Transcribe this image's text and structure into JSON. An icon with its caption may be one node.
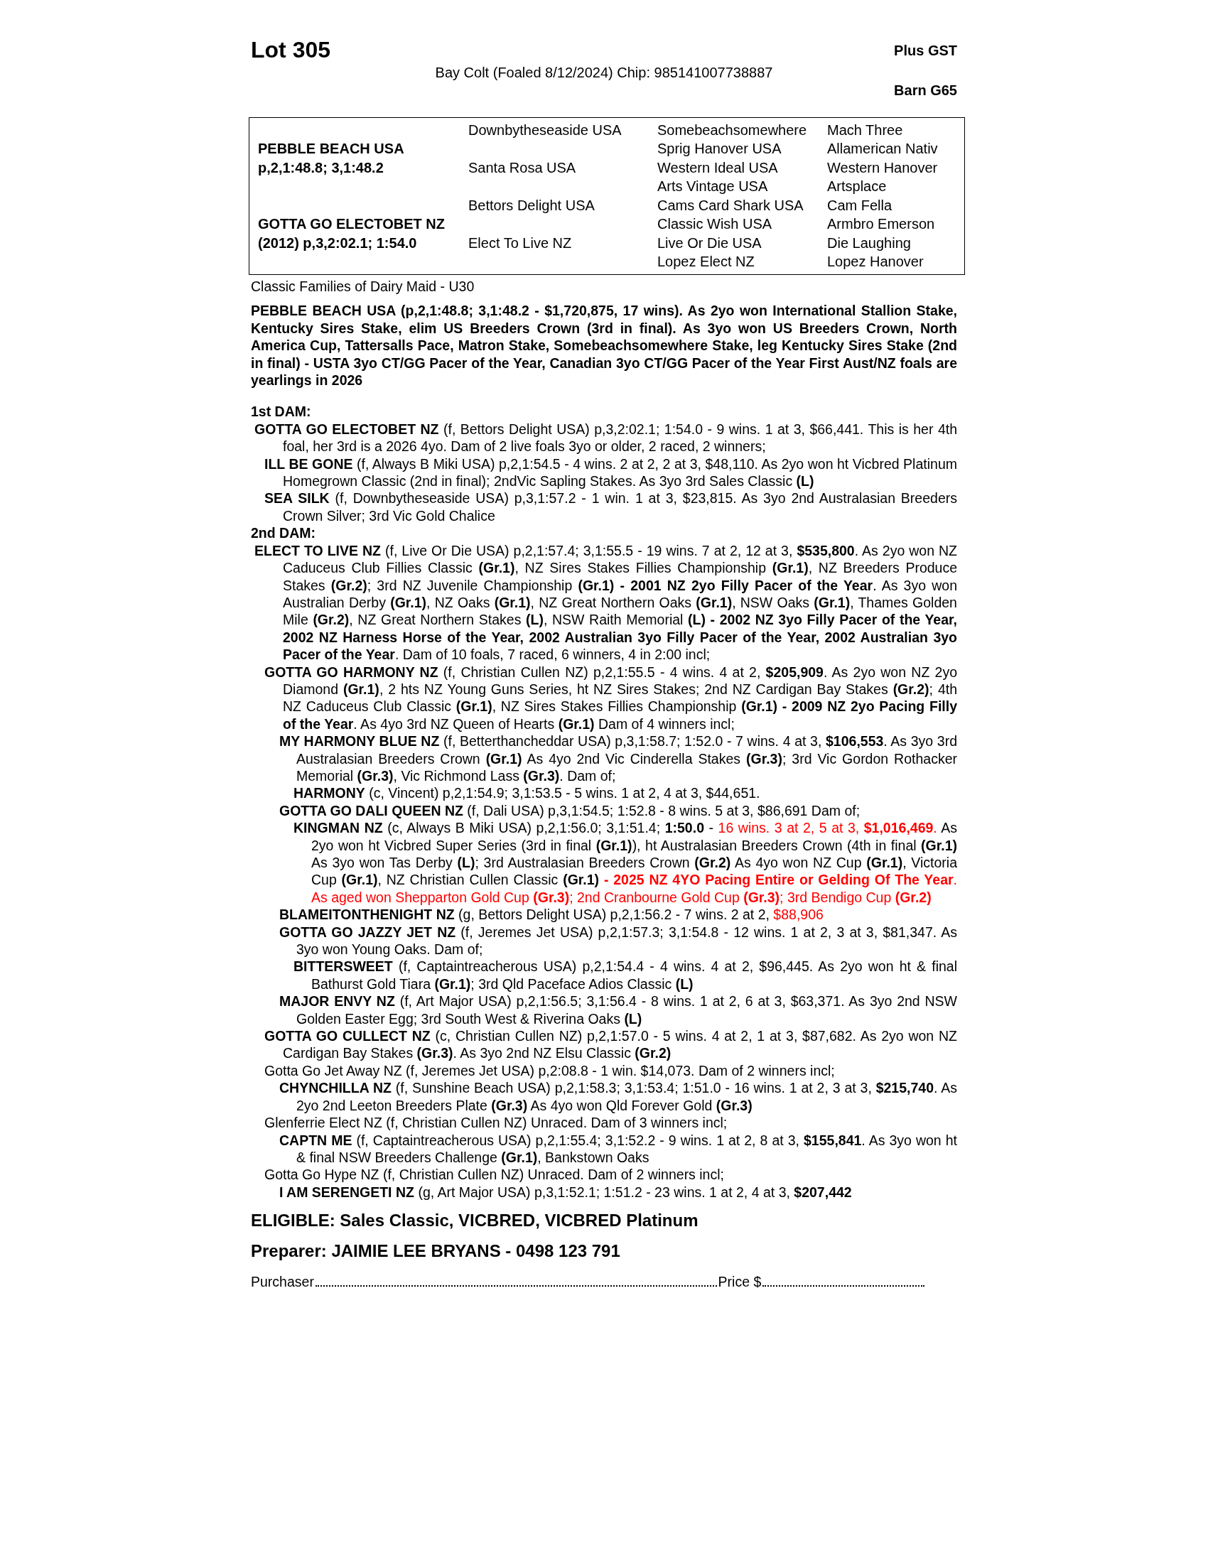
{
  "diagram": {
    "labels": [
      "Lot 305",
      "Plus GST",
      "Bay Colt (Foaled 8/12/2024) Chip: 985141007738887",
      "Barn G65",
      "Downbytheseaside USA",
      "Somebeachsomewhere",
      "Mach Three",
      "PEBBLE BEACH USA",
      "Sprig Hanover USA",
      "Allamerican Nativ",
      "p,2,1:48.8; 3,1:48.2",
      "Santa Rosa USA",
      "Western Ideal USA",
      "Western Hanover",
      "Arts Vintage USA",
      "Artsplace",
      "Bettors Delight USA",
      "Cams Card Shark USA",
      "Cam Fella",
      "GOTTA GO ELECTOBET NZ",
      "Classic Wish USA",
      "Armbro Emerson",
      "(2012) p,3,2:02.1; 1:54.0",
      "Elect To Live NZ",
      "Live Or Die USA",
      "Die Laughing",
      "Lopez Elect NZ",
      "Lopez Hanover",
      "Classic Families of Dairy Maid - U30",
      "PEBBLE BEACH USA (p,2,1:48.8; 3,1:48.2 - $1,720,875, 17 wins). As 2yo won International Stallion Stake, Kentucky Sires Stake, elim US Breeders Crown (3rd in final). As 3yo won US Breeders Crown, North America Cup, Tattersalls Pace, Matron Stake, Somebeachsomewhere Stake, leg Kentucky Sires Stake (2nd in final) - USTA 3yo CT/GG Pacer of the Year, Canadian 3yo CT/GG Pacer of the Year First Aust/NZ foals are yearlings in 2026",
      "1st DAM:",
      "**GOTTA GO ELECTOBET NZ** (f, Bettors Delight USA) p,3,2:02.1; 1:54.0 - 9 wins. 1 at 3, $66,441. This is her 4th foal, her 3rd is a 2026 4yo. Dam of 2 live foals 3yo or older, 2 raced, 2 winners;",
      "**ILL BE GONE** (f, Always B Miki USA) p,2,1:54.5 - 4 wins. 2 at 2, 2 at 3, $48,110. As 2yo won ht Vicbred Platinum Homegrown Classic (2nd in final); 2ndVic Sapling Stakes. As 3yo 3rd Sales Classic **(L)**",
      "**SEA SILK** (f, Downbytheseaside USA) p,3,1:57.2 - 1 win. 1 at 3, $23,815. As 3yo 2nd Australasian Breeders Crown Silver; 3rd Vic Gold Chalice",
      "2nd DAM:",
      "**ELECT TO LIVE NZ** (f, Live Or Die USA) p,2,1:57.4; 3,1:55.5 - 19 wins. 7 at 2, 12 at 3, **$535,800**. As 2yo won NZ Caduceus Club Fillies Classic **(Gr.1)**, NZ Sires Stakes Fillies Championship **(Gr.1)**, NZ Breeders Produce Stakes **(Gr.2)**; 3rd NZ Juvenile Championship **(Gr.1) - 2001 NZ 2yo Filly Pacer of the Year**. As 3yo won Australian Derby **(Gr.1)**, NZ Oaks **(Gr.1)**, NZ Great Northern Oaks **(Gr.1)**, NSW Oaks **(Gr.1)**, Thames Golden Mile **(Gr.2)**, NZ Great Northern Stakes **(L)**, NSW Raith Memorial **(L) - 2002 NZ 3yo Filly Pacer of the Year, 2002 NZ Harness Horse of the Year, 2002 Australian 3yo Filly Pacer of the Year, 2002 Australian 3yo Pacer of the Year**. Dam of 10 foals, 7 raced, 6 winners, 4 in 2:00 incl;",
      "**GOTTA GO HARMONY NZ** (f, Christian Cullen NZ) p,2,1:55.5 - 4 wins. 4 at 2, **$205,909**. As 2yo won NZ 2yo Diamond **(Gr.1)**, 2 hts NZ Young Guns Series, ht NZ Sires Stakes; 2nd NZ Cardigan Bay Stakes **(Gr.2)**; 4th NZ Caduceus Club Classic **(Gr.1)**, NZ Sires Stakes Fillies Championship **(Gr.1) - 2009 NZ 2yo Pacing Filly of the Year**. As 4yo 3rd NZ Queen of Hearts **(Gr.1)** Dam of 4 winners incl;",
      "**MY HARMONY BLUE NZ** (f, Betterthancheddar USA) p,3,1:58.7; 1:52.0 - 7 wins. 4 at 3, **$106,553**. As 3yo 3rd Australasian Breeders Crown **(Gr.1)** As 4yo 2nd Vic Cinderella Stakes **(Gr.3)**; 3rd Vic Gordon Rothacker Memorial **(Gr.3)**, Vic Richmond Lass **(Gr.3)**. Dam of;",
      "**HARMONY** (c, Vincent) p,2,1:54.9; 3,1:53.5 - 5 wins. 1 at 2, 4 at 3, $44,651.",
      "**GOTTA GO DALI QUEEN NZ** (f, Dali USA) p,3,1:54.5; 1:52.8 - 8 wins. 5 at 3, $86,691 Dam of;",
      "**KINGMAN NZ** (c, Always B Miki USA) p,2,1:56.0; 3,1:51.4; **1:50.0** -",
      "16 wins. 3 at 2, 5 at 3, **$1,016,469**.",
      "As 2yo won ht Vicbred Super Series (3rd in final **(Gr.1)**), ht Australasian Breeders Crown (4th in final **(Gr.1)** As 3yo won Tas Derby **(L)**; 3rd Australasian Breeders Crown **(Gr.2)** As 4yo won NZ Cup **(Gr.1)**, Victoria Cup **(Gr.1)**, NZ Christian Cullen Classic **(Gr.1)**",
      "**- 2025 NZ 4YO Pacing Entire or Gelding Of The Year**. As aged won Shepparton Gold Cup **(Gr.3)**; 2nd Cranbourne Gold Cup **(Gr.3)**; 3rd Bendigo Cup **(Gr.2)**",
      "**BLAMEITONTHENIGHT NZ** (g, Bettors Delight USA) p,2,1:56.2 - 7 wins. 2 at 2,",
      "$88,906",
      "**GOTTA GO JAZZY JET NZ** (f, Jeremes Jet USA) p,2,1:57.3; 3,1:54.8 - 12 wins. 1 at 2, 3 at 3, $81,347. As 3yo won Young Oaks. Dam of;",
      "**BITTERSWEET** (f, Captaintreacherous USA) p,2,1:54.4 - 4 wins. 4 at 2, $96,445. As 2yo won ht & final Bathurst Gold Tiara **(Gr.1)**; 3rd Qld Paceface Adios Classic **(L)**",
      "**MAJOR ENVY NZ** (f, Art Major USA) p,2,1:56.5; 3,1:56.4 - 8 wins. 1 at 2, 6 at 3, $63,371. As 3yo 2nd NSW Golden Easter Egg; 3rd South West & Riverina Oaks **(L)**",
      "**GOTTA GO CULLECT NZ** (c, Christian Cullen NZ) p,2,1:57.0 - 5 wins. 4 at 2, 1 at 3, $87,682. As 2yo won NZ Cardigan Bay Stakes **(Gr.3)**. As 3yo 2nd NZ Elsu Classic **(Gr.2)**",
      "Gotta Go Jet Away NZ (f, Jeremes Jet USA) p,2:08.8 - 1 win. $14,073. Dam of 2 winners incl;",
      "**CHYNCHILLA NZ** (f, Sunshine Beach USA) p,2,1:58.3; 3,1:53.4; 1:51.0 - 16 wins. 1 at 2, 3 at 3, **$215,740**. As 2yo 2nd Leeton Breeders Plate **(Gr.3)** As 4yo won Qld Forever Gold **(Gr.3)**",
      "Glenferrie Elect NZ (f, Christian Cullen NZ) Unraced. Dam of 3 winners incl;",
      "**CAPTN ME** (f, Captaintreacherous USA) p,2,1:55.4; 3,1:52.2 - 9 wins. 1 at 2, 8 at 3, **$155,841**. As 3yo won ht & final NSW Breeders Challenge **(Gr.1)**, Bankstown Oaks",
      "Gotta Go Hype NZ (f, Christian Cullen NZ) Unraced. Dam of 2 winners incl;",
      "**I AM SERENGETI NZ** (g, Art Major USA) p,3,1:52.1; 1:51.2 - 23 wins. 1 at 2, 4 at 3, **$207,442**",
      "ELIGIBLE: Sales Classic, VICBRED, VICBRED Platinum",
      "Preparer: JAIMIE LEE BRYANS - 0498 123 791",
      "Purchaser",
      "Price $"
    ]
  }
}
